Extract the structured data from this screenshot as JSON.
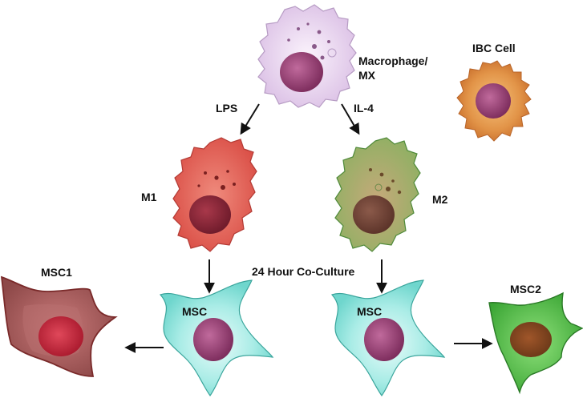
{
  "labels": {
    "macrophage_line1": "Macrophage/",
    "macrophage_line2": "MX",
    "ibc_cell": "IBC Cell",
    "lps": "LPS",
    "il4": "IL-4",
    "m1": "M1",
    "m2": "M2",
    "coculture": "24 Hour Co-Culture",
    "msc_left": "MSC",
    "msc_right": "MSC",
    "msc1": "MSC1",
    "msc2": "MSC2"
  },
  "colors": {
    "macrophage": "#e7d4ec",
    "ibc_cell": "#e49a4a",
    "m1": "#e5655a",
    "m2": "#b7bd6f",
    "msc": "#8fe3dc",
    "msc1": "#a85a5a",
    "msc2": "#58c447",
    "nucleus": "#a2427a",
    "arrow": "#111111"
  }
}
